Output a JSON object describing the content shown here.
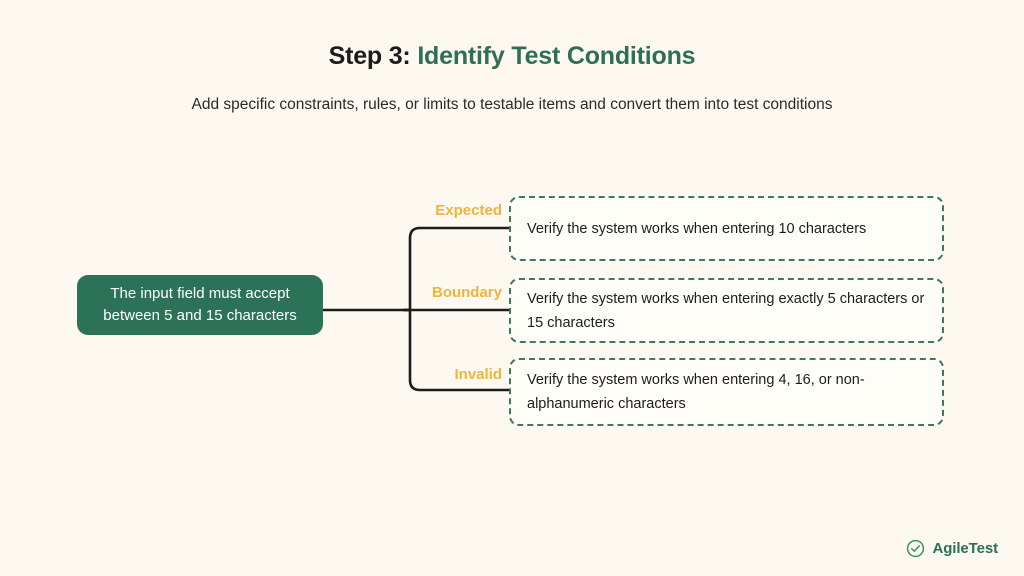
{
  "header": {
    "step_prefix": "Step 3:",
    "title": "Identify Test Conditions",
    "subtitle": "Add specific constraints, rules, or limits to testable items and convert them into test conditions",
    "accent_green": "#2e7055",
    "accent_orange": "#f2b33d",
    "background": "#fdf9f0"
  },
  "diagram": {
    "root": {
      "label": "The input field must accept between 5 and 15 characters",
      "fill": "#2b7259",
      "text_color": "#ffffff"
    },
    "branches": [
      {
        "label": "Expected",
        "text": "Verify the system works when entering 10 characters"
      },
      {
        "label": "Boundary",
        "text": "Verify the system works when entering exactly 5 characters or 15 characters"
      },
      {
        "label": "Invalid",
        "text": "Verify the system works when entering 4, 16, or non-alphanumeric  characters"
      }
    ],
    "leaf_border_color": "#3c7a5e",
    "connector_color": "#1c1c1c"
  },
  "logo": {
    "icon": "check-circle-icon",
    "text": "AgileTest",
    "color": "#2e7055"
  }
}
